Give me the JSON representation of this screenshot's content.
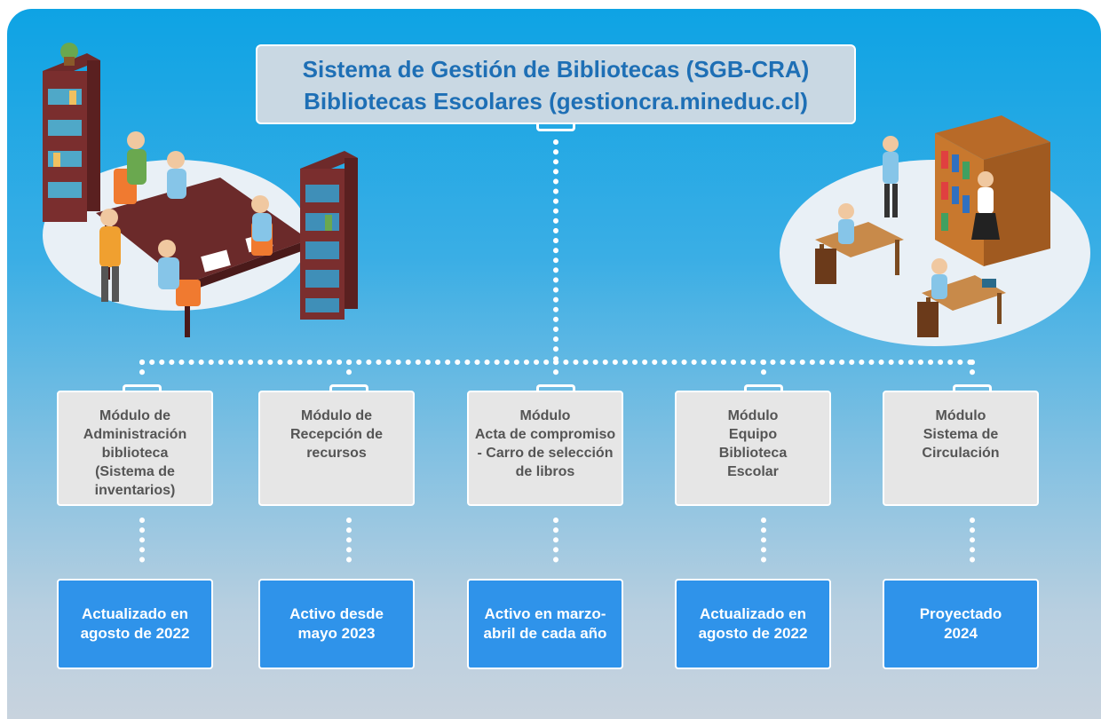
{
  "title": {
    "line1": "Sistema de Gestión de Bibliotecas (SGB-CRA)",
    "line2": "Bibliotecas Escolares (gestioncra.mineduc.cl)"
  },
  "modules": [
    {
      "label": "Módulo de\nAdministración\nbiblioteca\n(Sistema de\ninventarios)",
      "status": "Actualizado en\nagosto de 2022"
    },
    {
      "label": "Módulo de\nRecepción de\nrecursos",
      "status": "Activo desde\nmayo 2023"
    },
    {
      "label": "Módulo\nActa de compromiso\n- Carro de selección\nde libros",
      "status": "Activo en marzo-\nabril de cada año"
    },
    {
      "label": "Módulo\nEquipo\nBiblioteca\nEscolar",
      "status": "Actualizado en\nagosto de 2022"
    },
    {
      "label": "Módulo\nSistema de\nCirculación",
      "status": "Proyectado\n2024"
    }
  ],
  "colors": {
    "title_text": "#1e6fb5",
    "module_fill": "#e6e6e6",
    "status_fill": "#2f93ea"
  }
}
